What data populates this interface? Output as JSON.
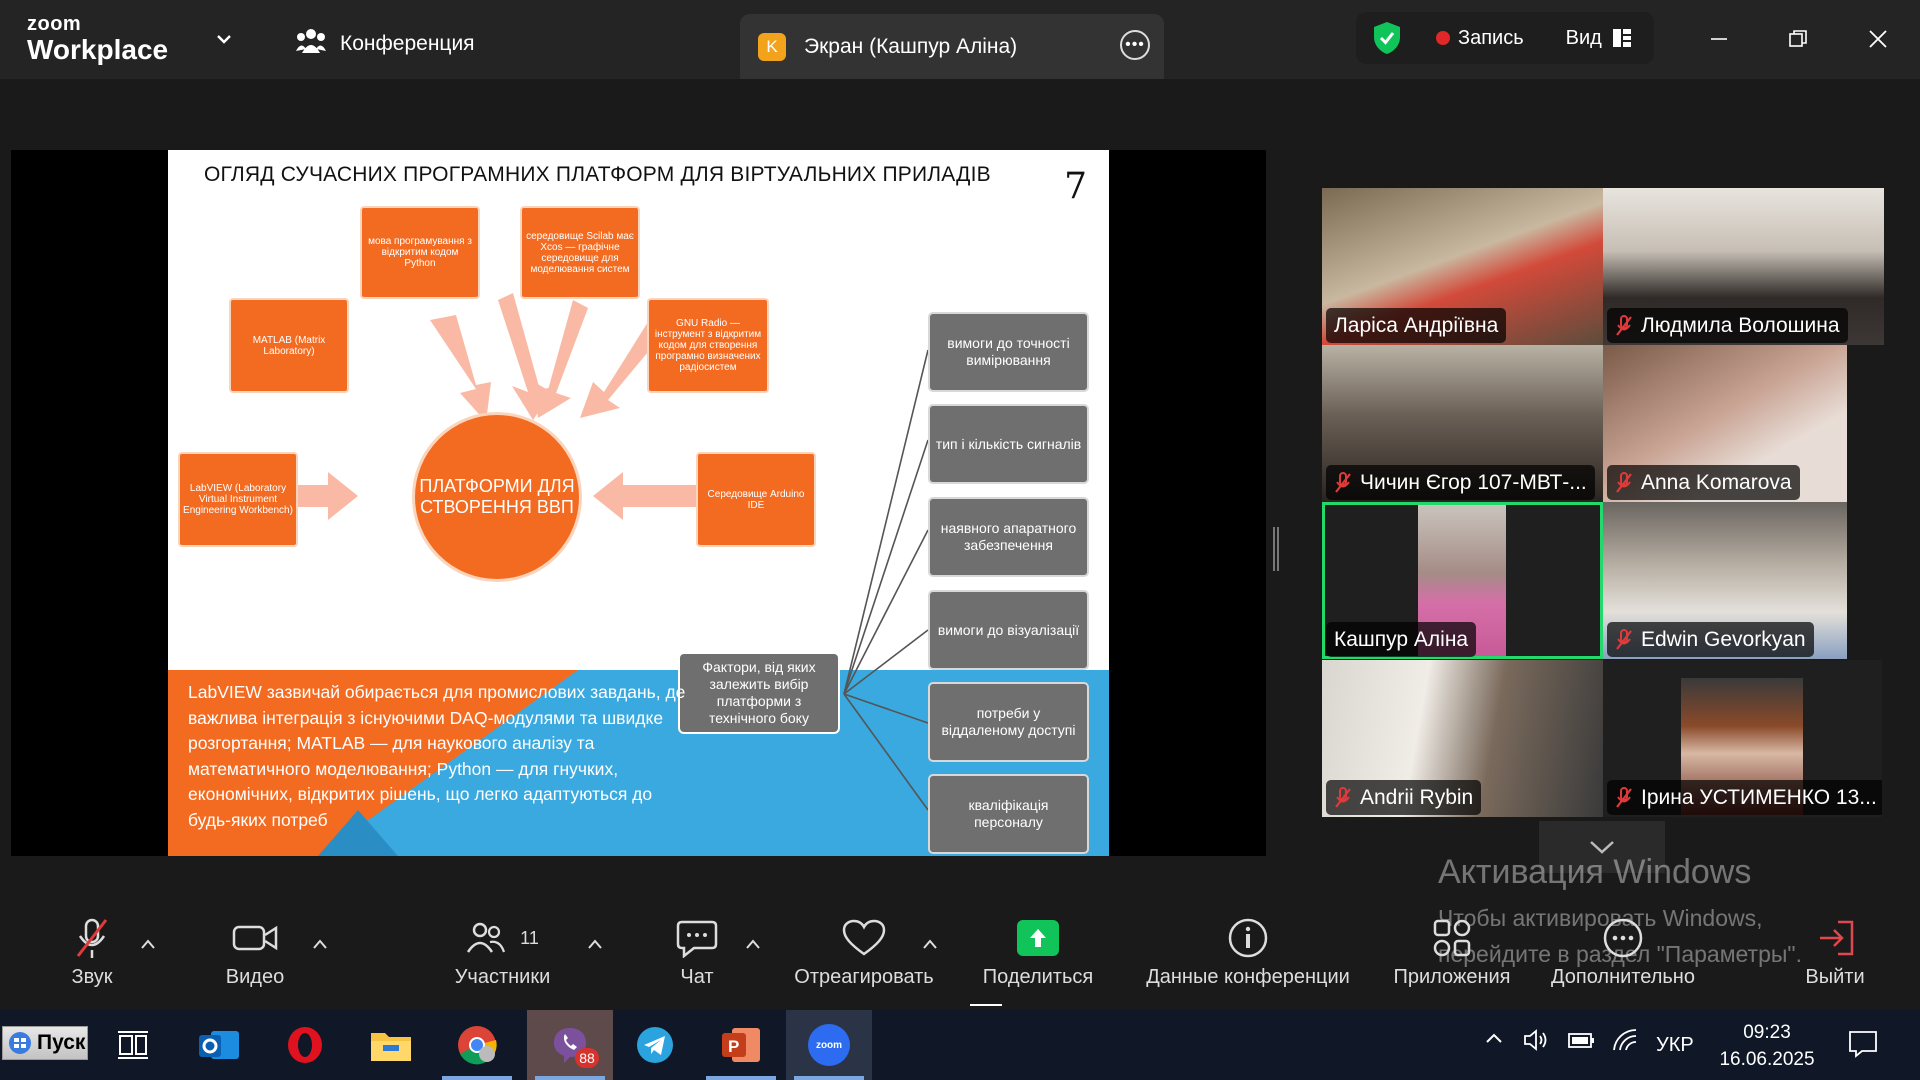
{
  "app": {
    "logo_line1": "zoom",
    "logo_line2": "Workplace",
    "conference_tab": "Конференция",
    "screen_tab_badge": "K",
    "screen_tab": "Экран (Кашпур Аліна)",
    "record_label": "Запись",
    "view_label": "Вид",
    "accent_green": "#23d96b",
    "record_red": "#e02828"
  },
  "slide": {
    "title": "ОГЛЯД СУЧАСНИХ ПРОГРАМНИХ ПЛАТФОРМ ДЛЯ ВІРТУАЛЬНИХ ПРИЛАДІВ",
    "number": "7",
    "center": "ПЛАТФОРМИ ДЛЯ СТВОРЕННЯ ВВП",
    "platforms": {
      "python": "мова програмування з відкритим кодом Python",
      "scilab": "середовище Scilab має Xcos — графічне середовище для моделювання систем",
      "matlab": "MATLAB (Matrix Laboratory)",
      "gnuradio": "GNU Radio — інструмент з відкритим кодом для створення програмно визначених радіосистем",
      "labview": "LabVIEW (Laboratory Virtual Instrument Engineering Workbench)",
      "arduino": "Середовище Arduino IDE"
    },
    "factors_title": "Фактори, від яких залежить вибір платформи з технічного боку",
    "factors": [
      "вимоги до точності вимірювання",
      "тип і кількість сигналів",
      "наявного апаратного забезпечення",
      "вимоги до візуалізації",
      "потреби у віддаленому доступі",
      "кваліфікація персоналу"
    ],
    "conclusion": "LabVIEW зазвичай обирається для промислових завдань, де важлива інтеграція з існуючими DAQ-модулями та швидке розгортання; MATLAB — для наукового аналізу та математичного моделювання; Python — для гнучких, економічних, відкритих рішень, що легко адаптуються до будь-яких потреб",
    "orange": "#f36b21",
    "blue": "#3aa9df"
  },
  "participants": [
    {
      "name": "Ларіса Андріївна",
      "muted": false
    },
    {
      "name": "Людмила Волошина",
      "muted": true
    },
    {
      "name": "Чичин Єгор 107-МВТ-...",
      "muted": true
    },
    {
      "name": "Anna Komarova",
      "muted": true
    },
    {
      "name": "Кашпур Аліна",
      "muted": false,
      "active": true
    },
    {
      "name": "Edwin Gevorkyan",
      "muted": true
    },
    {
      "name": "Andrii Rybin",
      "muted": true
    },
    {
      "name": "Ірина УСТИМЕНКО 13...",
      "muted": true
    }
  ],
  "watermark": {
    "title": "Активация Windows",
    "line1": "Чтобы активировать Windows,",
    "line2": "перейдите в раздел \"Параметры\"."
  },
  "toolbar": {
    "audio": "Звук",
    "video": "Видео",
    "participants": "Участники",
    "participants_count": "11",
    "chat": "Чат",
    "react": "Отреагировать",
    "share": "Поделиться",
    "info": "Данные конференции",
    "apps": "Приложения",
    "more": "Дополнительно",
    "leave": "Выйти"
  },
  "taskbar": {
    "start": "Пуск",
    "viber_badge": "88",
    "zoom_label": "zoom",
    "lang": "УКР",
    "time": "09:23",
    "date": "16.06.2025"
  }
}
